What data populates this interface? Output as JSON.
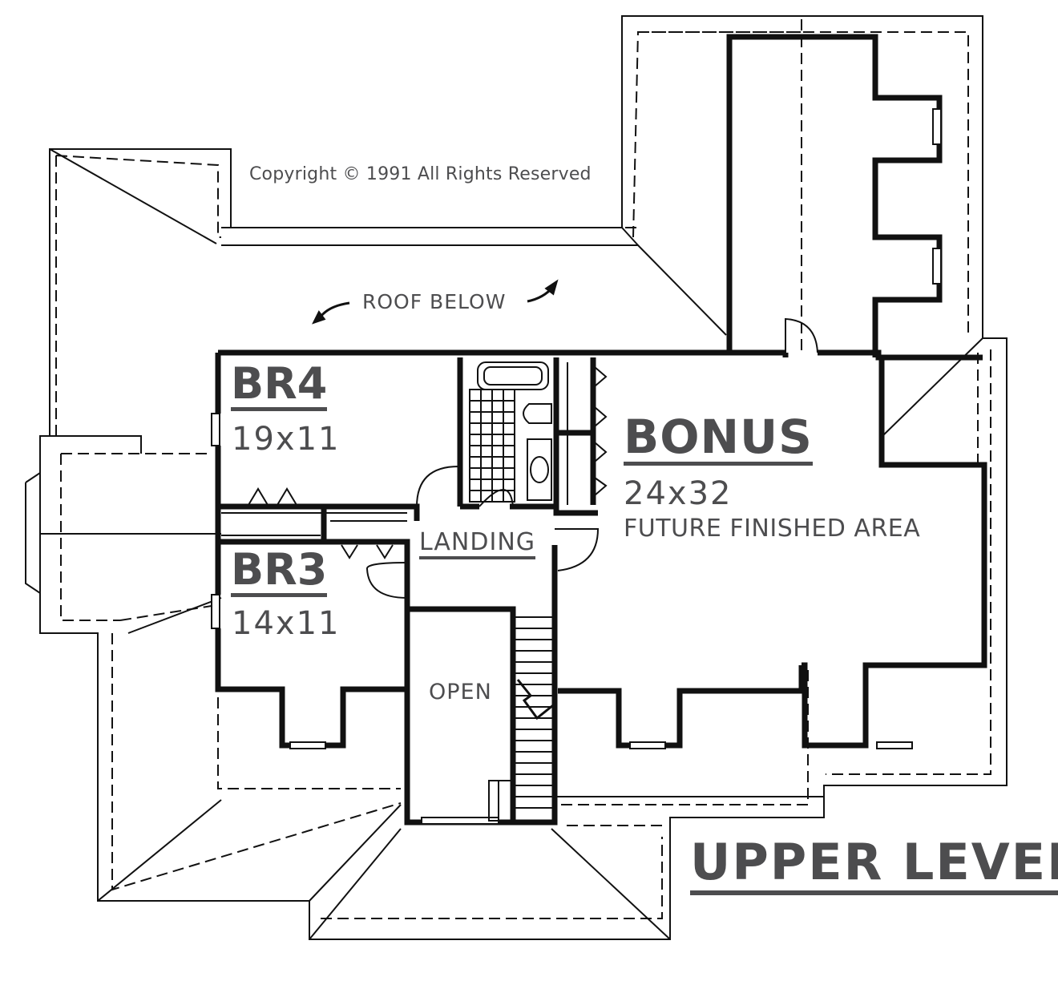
{
  "labels": {
    "copyright": "Copyright © 1991 All Rights Reserved",
    "roof_below": "ROOF BELOW",
    "landing": "LANDING",
    "open": "OPEN",
    "level": "UPPER LEVEL"
  },
  "rooms": {
    "br4": {
      "name": "BR4",
      "size": "19x11"
    },
    "br3": {
      "name": "BR3",
      "size": "14x11"
    },
    "bonus": {
      "name": "BONUS",
      "size": "24x32",
      "note": "FUTURE FINISHED AREA"
    }
  },
  "colors": {
    "line": "#111111",
    "label": "#4d4d4f"
  }
}
